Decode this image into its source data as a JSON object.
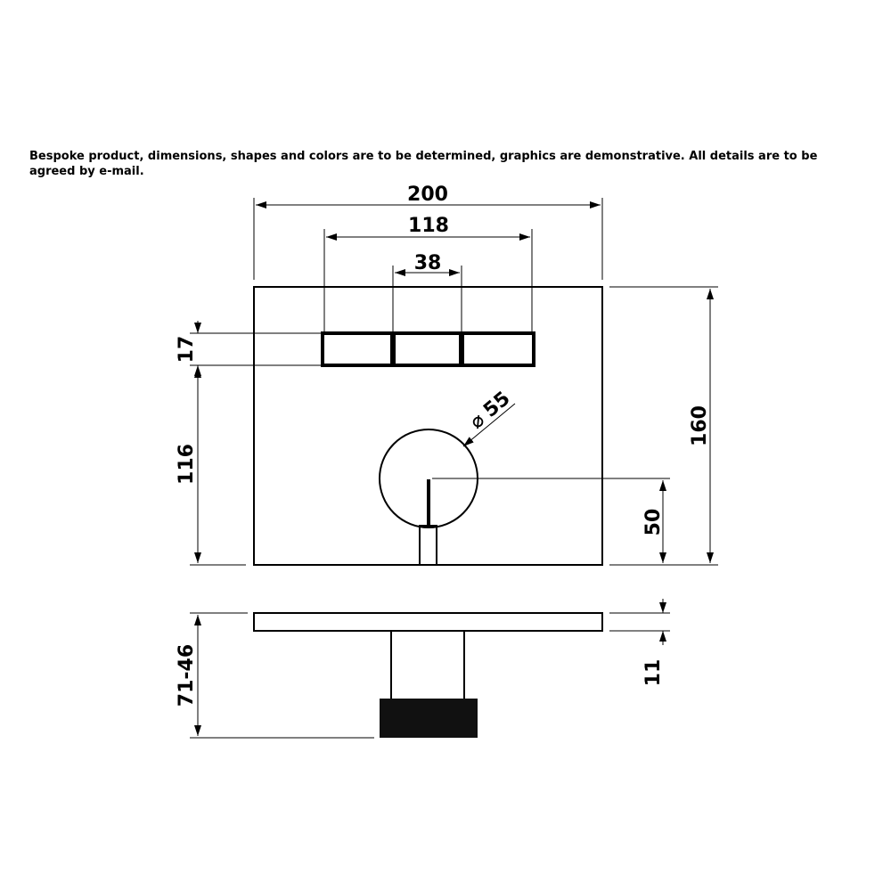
{
  "note": "Bespoke product, dimensions, shapes and colors are to be determined, graphics are demonstrative. All details are to be agreed by e-mail.",
  "dimensions": {
    "overall_width": "200",
    "button_group_width": "118",
    "button_width": "38",
    "button_height": "17",
    "button_offset": "116",
    "overall_height": "160",
    "knob_diameter_symbol": "⌀",
    "knob_diameter": "55",
    "knob_center_height": "50",
    "depth_range": "71-46",
    "plate_thickness": "11"
  },
  "colors": {
    "line": "#000000",
    "background": "#ffffff"
  }
}
